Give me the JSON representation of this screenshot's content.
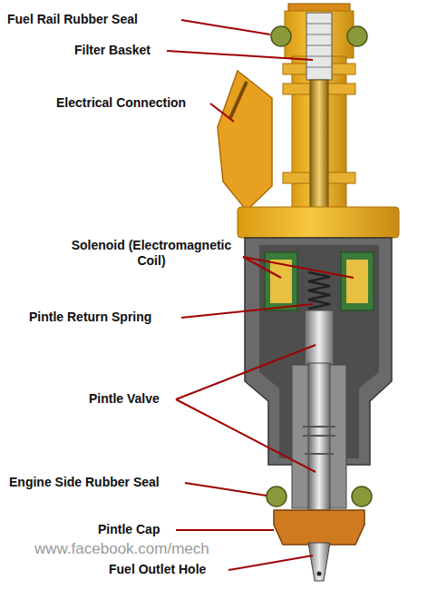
{
  "diagram": {
    "labels": [
      "Fuel Rail Rubber Seal",
      "Filter Basket",
      "Electrical Connection",
      "Solenoid (Electromagnetic Coil)",
      "Pintle Return Spring",
      "Pintle Valve",
      "Engine Side Rubber Seal",
      "Pintle Cap",
      "Fuel Outlet Hole",
      "www.facebook.com/mech"
    ]
  }
}
